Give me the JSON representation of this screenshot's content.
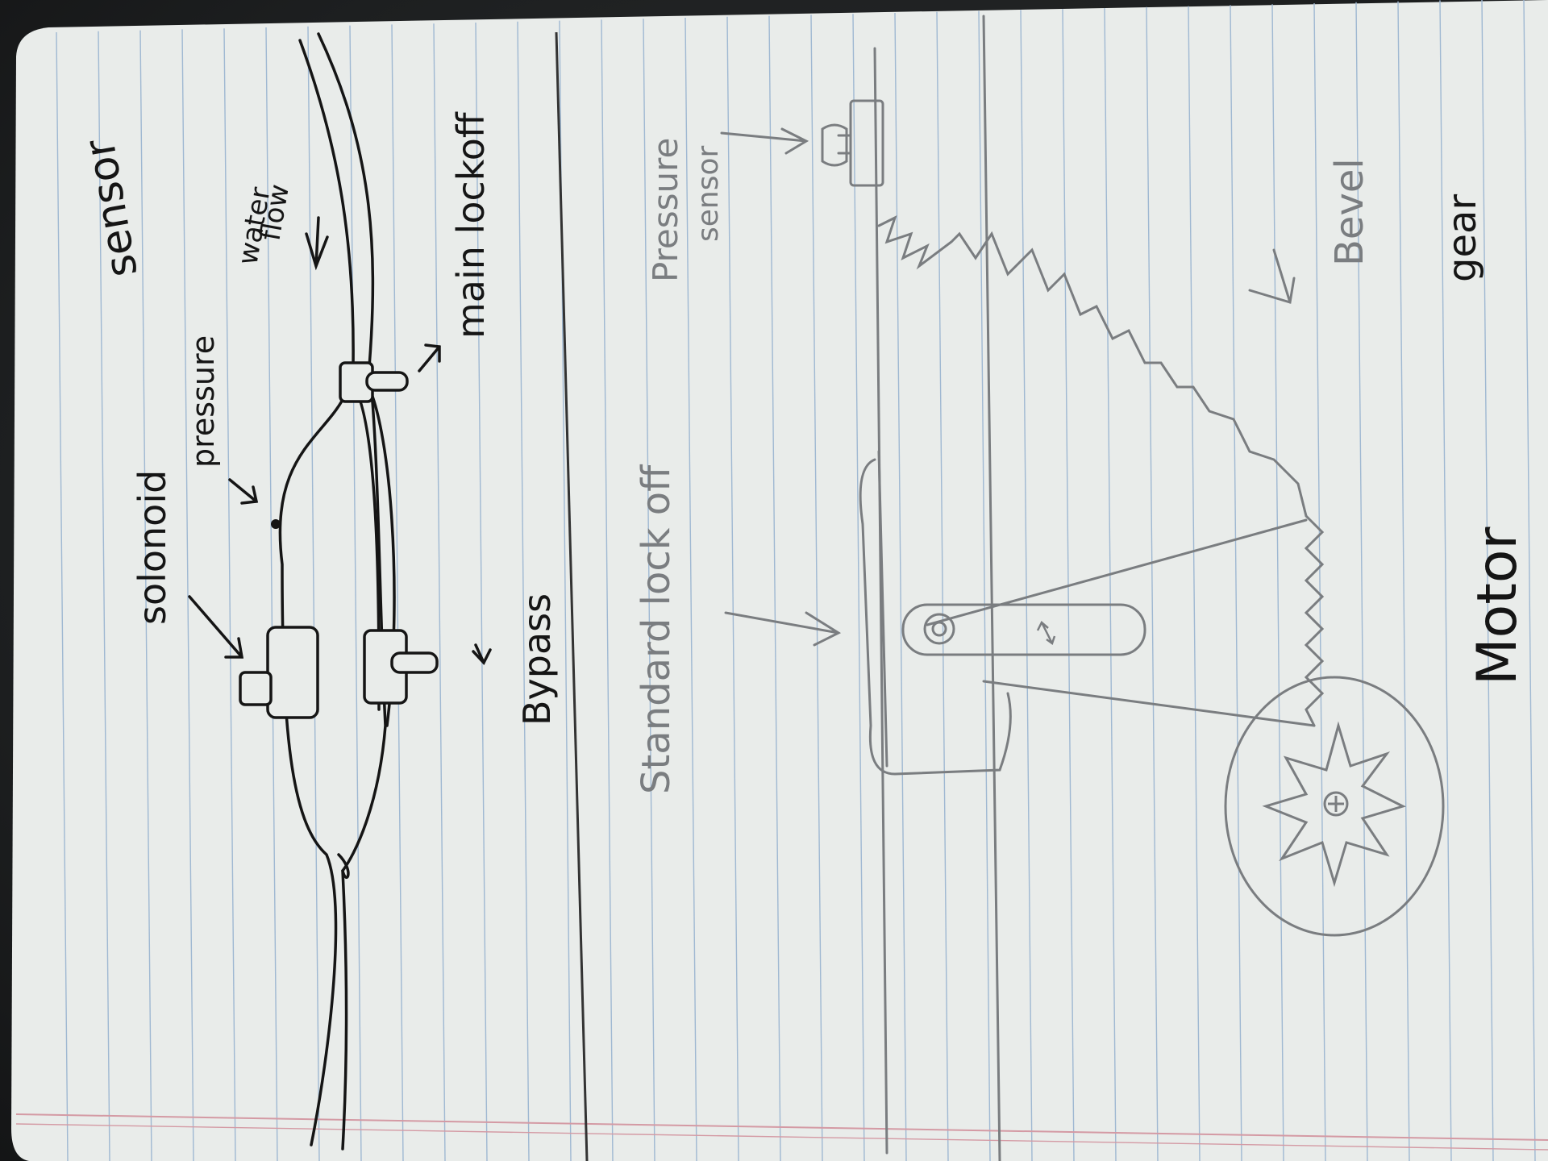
{
  "diagram": {
    "top_section": {
      "labels": {
        "solonoid": "solonoid",
        "pressure": "pressure",
        "sensor": "sensor",
        "water": "water",
        "flow": "flow",
        "main_lockoff": "main lockoff",
        "bypass": "Bypass"
      },
      "icons": {
        "flow_arrow": "arrow-left-icon",
        "pointer_arrow": "arrow-pointer-icon"
      }
    },
    "bottom_section": {
      "labels": {
        "standard_lockoff": "Standard lock off",
        "pressure": "Pressure",
        "sensor": "sensor",
        "bevel": "Bevel",
        "gear": "gear",
        "motor": "Motor"
      },
      "icons": {
        "slot_arrow": "double-arrow-icon",
        "gear": "gear-icon"
      }
    },
    "colors": {
      "paper": "#e9ecea",
      "ruled_line": "#9fb8d2",
      "margin_line": "#d49aa4",
      "ink": "#151515",
      "pencil": "#7a7d80",
      "background": "#1d1f20"
    }
  }
}
